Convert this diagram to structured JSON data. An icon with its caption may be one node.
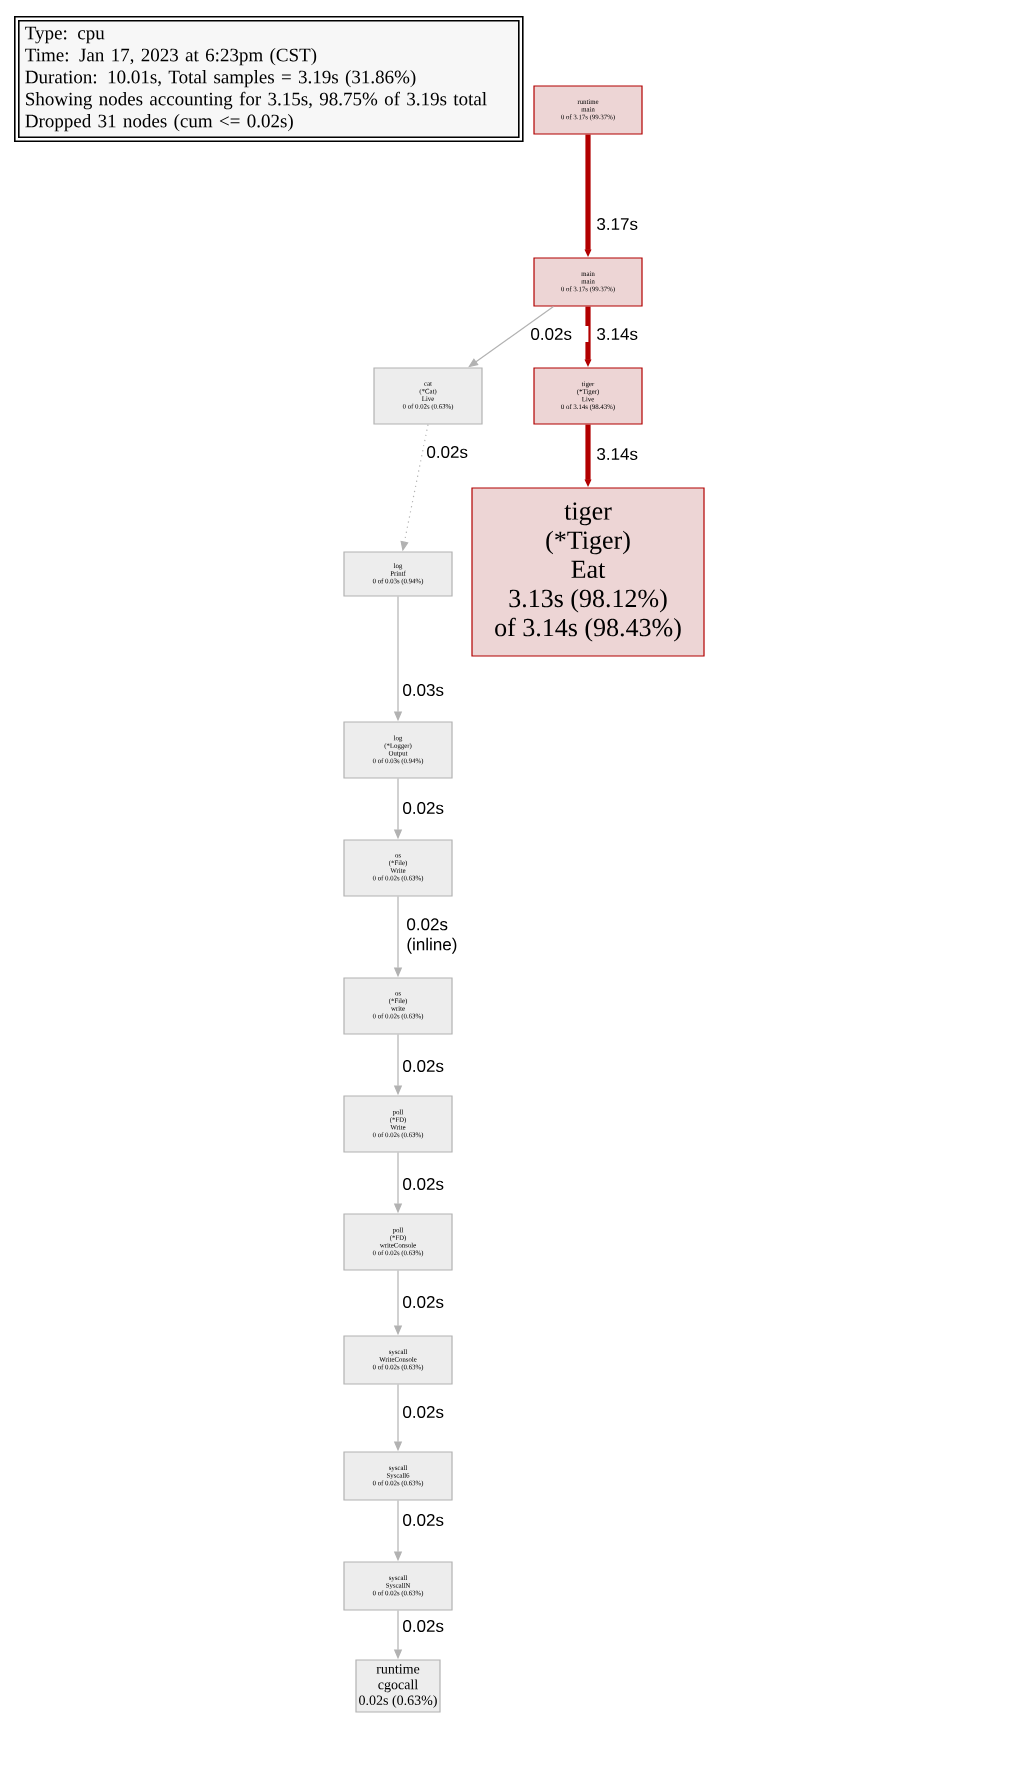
{
  "diagram": {
    "nodes": [
      {
        "text": [
          "Type: cpu",
          "Time: Jan 17, 2023 at 6:23pm (CST)",
          "Duration: 10.01s, Total samples = 3.19s (31.86%)",
          "Showing nodes accounting for 3.15s, 98.75% of 3.19s total",
          "Dropped 31 nodes (cum <= 0.02s)"
        ]
      },
      {
        "text": [
          "runtime",
          "main",
          "0 of 3.17s (99.37%)"
        ]
      },
      {
        "text": [
          "main",
          "main",
          "0 of 3.17s (99.37%)"
        ]
      },
      {
        "text": [
          "cat",
          "(*Cat)",
          "Live",
          "0 of 0.02s (0.63%)"
        ]
      },
      {
        "text": [
          "tiger",
          "(*Tiger)",
          "Live",
          "0 of 3.14s (98.43%)"
        ]
      },
      {
        "text": [
          "tiger",
          "(*Tiger)",
          "Eat",
          "3.13s (98.12%)",
          "of 3.14s (98.43%)"
        ]
      },
      {
        "text": [
          "log",
          "Printf",
          "0 of 0.03s (0.94%)"
        ]
      },
      {
        "text": [
          "log",
          "(*Logger)",
          "Output",
          "0 of 0.03s (0.94%)"
        ]
      },
      {
        "text": [
          "os",
          "(*File)",
          "Write",
          "0 of 0.02s (0.63%)"
        ]
      },
      {
        "text": [
          "os",
          "(*File)",
          "write",
          "0 of 0.02s (0.63%)"
        ]
      },
      {
        "text": [
          "poll",
          "(*FD)",
          "Write",
          "0 of 0.02s (0.63%)"
        ]
      },
      {
        "text": [
          "poll",
          "(*FD)",
          "writeConsole",
          "0 of 0.02s (0.63%)"
        ]
      },
      {
        "text": [
          "syscall",
          "WriteConsole",
          "0 of 0.02s (0.63%)"
        ]
      },
      {
        "text": [
          "syscall",
          "Syscall6",
          "0 of 0.02s (0.63%)"
        ]
      },
      {
        "text": [
          "syscall",
          "SyscallN",
          "0 of 0.02s (0.63%)"
        ]
      },
      {
        "text": [
          "runtime",
          "cgocall",
          "0.02s (0.63%)"
        ]
      }
    ],
    "edges": [
      {
        "from": 1,
        "to": 2,
        "arrow": "to",
        "label": "3.17s",
        "style": "thick",
        "color": "#b20000"
      },
      {
        "from": 2,
        "to": 3,
        "arrow": "to",
        "label": "0.02s"
      },
      {
        "from": 2,
        "to": 4,
        "arrow": "to",
        "label": "3.14s",
        "style": "thick",
        "color": "#b20000"
      },
      {
        "from": 4,
        "to": 5,
        "arrow": "to",
        "label": "3.14s",
        "style": "thick",
        "color": "#b20000"
      },
      {
        "from": 3,
        "to": 6,
        "arrow": "to",
        "label": "0.02s",
        "style": "dashed"
      },
      {
        "from": 6,
        "to": 7,
        "arrow": "to",
        "label": "0.03s"
      },
      {
        "from": 7,
        "to": 8,
        "arrow": "to",
        "label": "0.02s"
      },
      {
        "from": 8,
        "to": 9,
        "arrow": "to",
        "label": "0.02s (inline)"
      },
      {
        "from": 9,
        "to": 10,
        "arrow": "to",
        "label": "0.02s"
      },
      {
        "from": 10,
        "to": 11,
        "arrow": "to",
        "label": "0.02s"
      },
      {
        "from": 11,
        "to": 12,
        "arrow": "to",
        "label": "0.02s"
      },
      {
        "from": 12,
        "to": 13,
        "arrow": "to",
        "label": "0.02s"
      },
      {
        "from": 13,
        "to": 14,
        "arrow": "to",
        "label": "0.02s"
      },
      {
        "from": 14,
        "to": 15,
        "arrow": "to",
        "label": "0.02s"
      }
    ]
  }
}
